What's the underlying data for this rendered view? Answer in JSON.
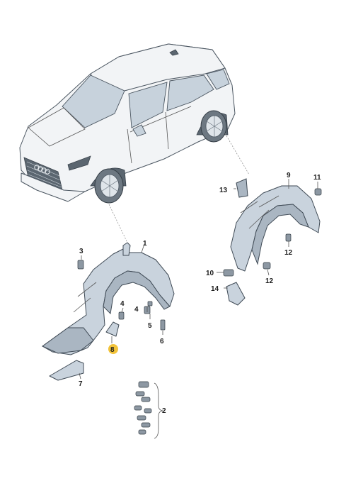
{
  "callouts": {
    "c1": "1",
    "c2": "2",
    "c3": "3",
    "c4a": "4",
    "c4b": "4",
    "c5": "5",
    "c6": "6",
    "c7": "7",
    "c8": "8",
    "c9": "9",
    "c10": "10",
    "c11": "11",
    "c12a": "12",
    "c12b": "12",
    "c13": "13",
    "c14": "14"
  },
  "highlight_color": "#f2c33a",
  "highlighted_callout": "8"
}
